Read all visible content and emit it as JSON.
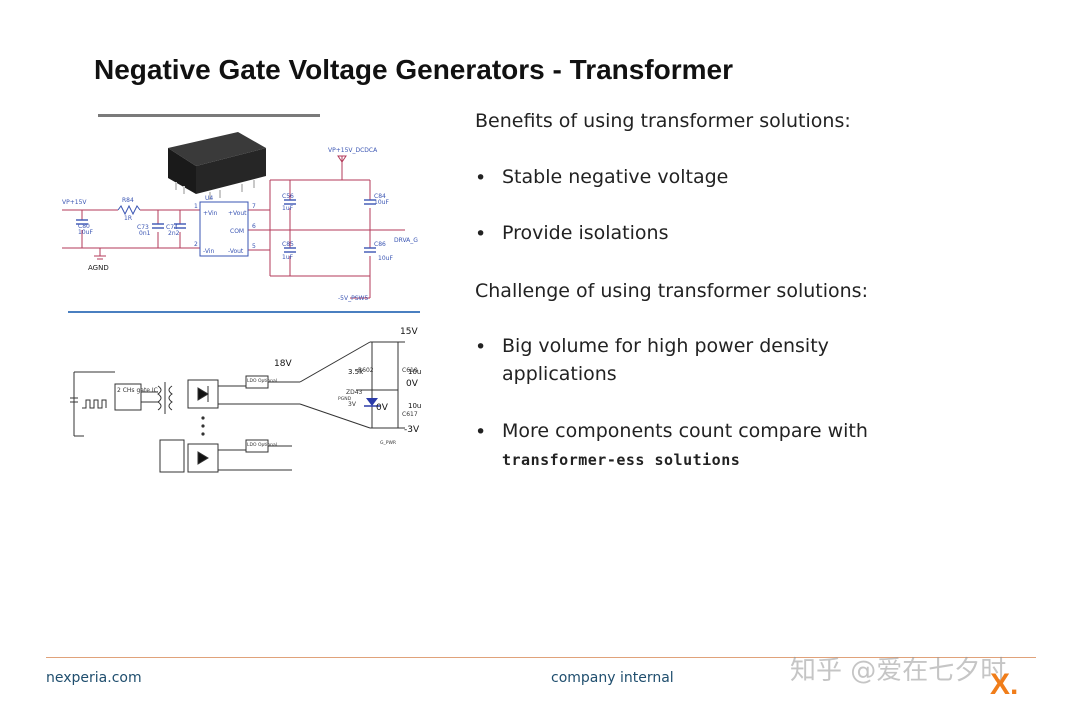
{
  "slide": {
    "title": "Negative Gate Voltage Generators - Transformer"
  },
  "content": {
    "benefits_heading": "Benefits of using transformer solutions:",
    "benefits": [
      "Stable negative voltage",
      "Provide isolations"
    ],
    "challenge_heading": "Challenge of using transformer solutions:",
    "challenges": [
      {
        "text": "Big volume for high power density applications"
      },
      {
        "text": "More components count compare with",
        "mono": "transformer-ess solutions"
      }
    ],
    "bullet_symbol": "•"
  },
  "schematic_top": {
    "vp_label": "VP+15V",
    "vp_dcdc": "VP+15V_DCDCA",
    "r84": "R84",
    "r84_val": "1R",
    "c80": "C80",
    "c80_val": "10uF",
    "c73": "C73",
    "c73_val": "0n1",
    "c74": "C74",
    "c74_val": "2n2",
    "u4": "U4",
    "pin_vin_p": "+Vin",
    "pin_vin_n": "-Vin",
    "pin_vout_p": "+Vout",
    "pin_com": "COM",
    "pin_vout_n": "-Vout",
    "pin1": "1",
    "pin2": "2",
    "pin7": "7",
    "pin6": "6",
    "pin5": "5",
    "c56": "C56",
    "c56_val": "1uF",
    "c85": "C85",
    "c85_val": "1uF",
    "c84": "C84",
    "c84_val": "10uF",
    "c86": "C86",
    "c86_val": "10uF",
    "drva": "DRVA_G",
    "agnd": "AGND",
    "neg_pwr": "-5V_PSW5"
  },
  "schematic_bottom": {
    "ic_label": "2 CHs gate IC",
    "v18": "18V",
    "ldo1": "LDO Optional",
    "ldo2": "LDO Optional",
    "v15": "15V",
    "r_val": "3.5k",
    "r_name": "R602",
    "c_top": "10u",
    "c_top_name": "C610",
    "v0_top": "0V",
    "zener": "ZD43",
    "zener_v": "3V",
    "pgnd": "PGND",
    "v0_mid": "0V",
    "c_bot": "10u",
    "c_bot_name": "C617",
    "vneg": "-3V",
    "out_label": "G_PWR"
  },
  "footer": {
    "left": "nexperia.com",
    "center": "company internal",
    "watermark": "知乎 @爱在七夕时",
    "logo": "X",
    "logo_dot": "."
  },
  "colors": {
    "title": "#111111",
    "text": "#222222",
    "footer_text": "#1f4e6e",
    "footer_rule": "#e0a27a",
    "blue_divider": "#4a7fc0",
    "schematic_wire": "#b33a5a",
    "schematic_part": "#3a55b3",
    "logo": "#f07d1a"
  }
}
